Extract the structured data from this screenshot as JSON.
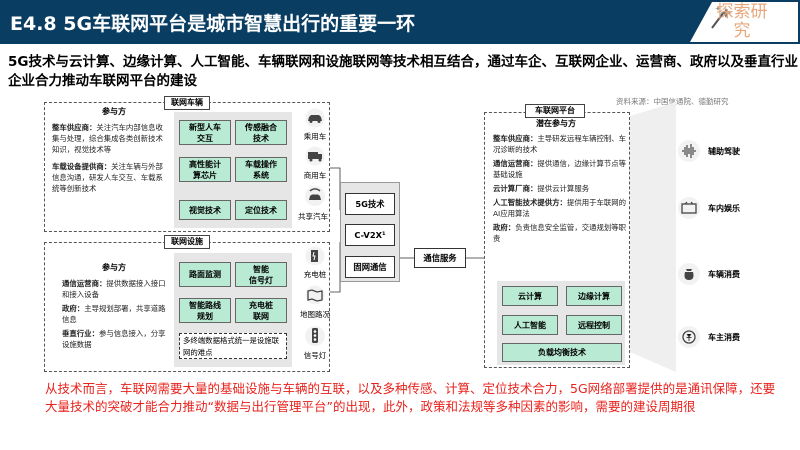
{
  "header": {
    "title": "E4.8 5G车联网平台是城市智慧出行的重要一环",
    "logo_text": "探索研究"
  },
  "lead": "5G技术与云计算、边缘计算、人工智能、车辆联网和设施联网等技术相互结合，通过车企、互联网企业、运营商、政府以及垂直行业企业合力推动车联网平台的建设",
  "source": "资料来源：中国信通院、德勤研究",
  "vehicle": {
    "tag": "联网车辆",
    "participants_title": "参与方",
    "items": [
      {
        "name": "整车供应商：",
        "text": "关注汽车内部信息收集与处理，综合集成各类创新技术知识，视觉技术等"
      },
      {
        "name": "车载设备提供商：",
        "text": "关注车辆与外部信息沟通，研发人车交互、车载系统等创新技术"
      }
    ],
    "boxes": [
      {
        "l1": "新型人车",
        "l2": "交互"
      },
      {
        "l1": "传感融合",
        "l2": "技术"
      },
      {
        "l1": "高性能计",
        "l2": "算芯片"
      },
      {
        "l1": "车载操作",
        "l2": "系统"
      },
      {
        "l1": "视觉技术",
        "l2": ""
      },
      {
        "l1": "定位技术",
        "l2": ""
      }
    ],
    "icons": [
      "乘用车",
      "商用车",
      "共享汽车"
    ]
  },
  "facility": {
    "tag": "联网设施",
    "participants_title": "参与方",
    "items": [
      {
        "name": "通信运营商：",
        "text": "提供数据接入接口和接入设备"
      },
      {
        "name": "政府：",
        "text": "主导规划部署，共享道路信息"
      },
      {
        "name": "垂直行业：",
        "text": "参与信息接入，分享设施数据"
      }
    ],
    "boxes": [
      {
        "l1": "路面监测",
        "l2": ""
      },
      {
        "l1": "智能",
        "l2": "信号灯"
      },
      {
        "l1": "智能路线",
        "l2": "规划"
      },
      {
        "l1": "充电桩",
        "l2": "联网"
      }
    ],
    "note": "多终端数据格式统一是设施联网的难点",
    "icons": [
      "充电桩",
      "地图路况",
      "信号灯"
    ]
  },
  "network": [
    "5G技术",
    "C-V2X¹",
    "固网通信"
  ],
  "comm_service": "通信服务",
  "platform": {
    "tag": "车联网平台",
    "participants_title": "潜在参与方",
    "items": [
      {
        "name": "整车供应商：",
        "text": "主导研发远程车辆控制、车况诊断的技术"
      },
      {
        "name": "通信运营商：",
        "text": "提供通信，边缘计算节点等基础设施"
      },
      {
        "name": "云计算厂商：",
        "text": "提供云计算服务"
      },
      {
        "name": "人工智能技术提供方：",
        "text": "提供用于车联网的AI应用算法"
      },
      {
        "name": "政府：",
        "text": "负责信息安全监管，交通规划等职责"
      }
    ],
    "boxes": [
      "云计算",
      "边缘计算",
      "人工智能",
      "远程控制",
      "负载均衡技术"
    ]
  },
  "services": [
    "辅助驾驶",
    "车内娱乐",
    "车辆消费",
    "车主消费"
  ],
  "conclusion": "从技术而言，车联网需要大量的基础设施与车辆的互联，以及多种传感、计算、定位技术合力，5G网络部署提供的是通讯保障，还要大量技术的突破才能合力推动“数据与出行管理平台”的出现，此外，政策和法规等多种因素的影响，需要的建设周期很"
}
